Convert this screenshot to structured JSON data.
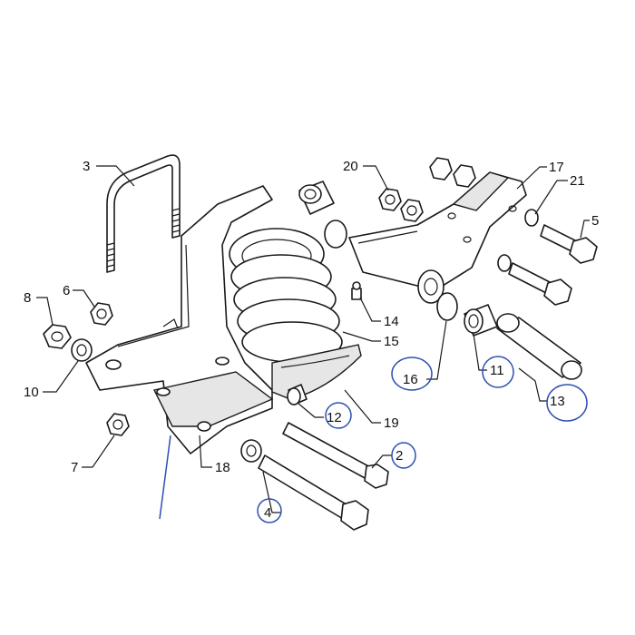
{
  "colors": {
    "ink": "#1a1a1a",
    "annotation_pen": "#2d4fb3",
    "background": "#ffffff"
  },
  "callouts": [
    {
      "id": "c1",
      "label": "3"
    },
    {
      "id": "c2",
      "label": "20"
    },
    {
      "id": "c3",
      "label": "17"
    },
    {
      "id": "c4",
      "label": "21"
    },
    {
      "id": "c5",
      "label": "5"
    },
    {
      "id": "c6",
      "label": "8"
    },
    {
      "id": "c7",
      "label": "6"
    },
    {
      "id": "c8",
      "label": "14"
    },
    {
      "id": "c9",
      "label": "15"
    },
    {
      "id": "c10",
      "label": "10"
    },
    {
      "id": "c11",
      "label": "16",
      "circled": true
    },
    {
      "id": "c12",
      "label": "11",
      "circled": true
    },
    {
      "id": "c13",
      "label": "13",
      "circled": true
    },
    {
      "id": "c14",
      "label": "12",
      "circled": true
    },
    {
      "id": "c15",
      "label": "19"
    },
    {
      "id": "c16",
      "label": "7"
    },
    {
      "id": "c17",
      "label": "2",
      "circled": true
    },
    {
      "id": "c18",
      "label": "18"
    },
    {
      "id": "c19",
      "label": "4",
      "circled": true
    }
  ]
}
